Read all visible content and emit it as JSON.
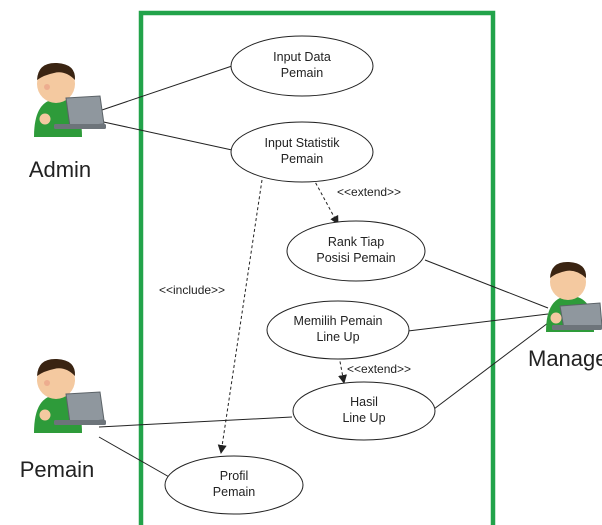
{
  "colors": {
    "boundary": "#22a34a",
    "line": "#222222",
    "shirt": "#2e9b3a",
    "skin": "#f4c9a0",
    "hair": "#3a2412",
    "laptop": "#8f979e"
  },
  "actors": {
    "admin": {
      "label": "Admin"
    },
    "pemain": {
      "label": "Pemain"
    },
    "manager": {
      "label": "Manage"
    }
  },
  "use_cases": {
    "input_data": {
      "line1": "Input Data",
      "line2": "Pemain"
    },
    "input_statistik": {
      "line1": "Input Statistik",
      "line2": "Pemain"
    },
    "rank": {
      "line1": "Rank Tiap",
      "line2": "Posisi Pemain"
    },
    "memilih": {
      "line1": "Memilih Pemain",
      "line2": "Line Up"
    },
    "hasil": {
      "line1": "Hasil",
      "line2": "Line Up"
    },
    "profil": {
      "line1": "Profil",
      "line2": "Pemain"
    }
  },
  "relations": {
    "extend1": "<<extend>>",
    "extend2": "<<extend>>",
    "include": "<<include>>"
  }
}
